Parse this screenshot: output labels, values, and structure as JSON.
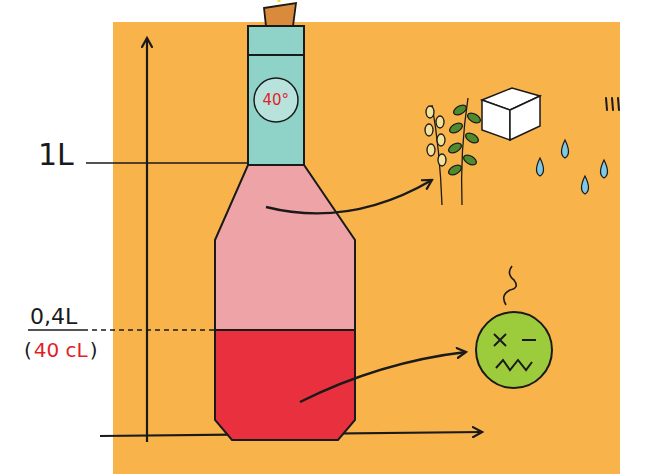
{
  "diagram": {
    "labels": [
      "1L",
      "0,4L",
      "(",
      "40 cL",
      ")",
      "40°"
    ]
  }
}
